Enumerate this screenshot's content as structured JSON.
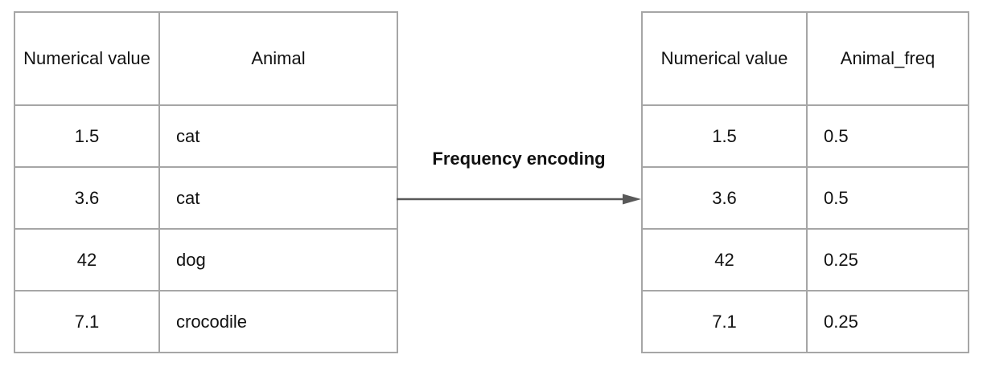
{
  "transform_label": "Frequency encoding",
  "left_table": {
    "headers": [
      "Numerical value",
      "Animal"
    ],
    "rows": [
      [
        "1.5",
        "cat"
      ],
      [
        "3.6",
        "cat"
      ],
      [
        "42",
        "dog"
      ],
      [
        "7.1",
        "crocodile"
      ]
    ]
  },
  "right_table": {
    "headers": [
      "Numerical value",
      "Animal_freq"
    ],
    "rows": [
      [
        "1.5",
        "0.5"
      ],
      [
        "3.6",
        "0.5"
      ],
      [
        "42",
        "0.25"
      ],
      [
        "7.1",
        "0.25"
      ]
    ]
  },
  "colors": {
    "table_border": "#a6a6a6",
    "arrow": "#595959",
    "text": "#111111"
  }
}
